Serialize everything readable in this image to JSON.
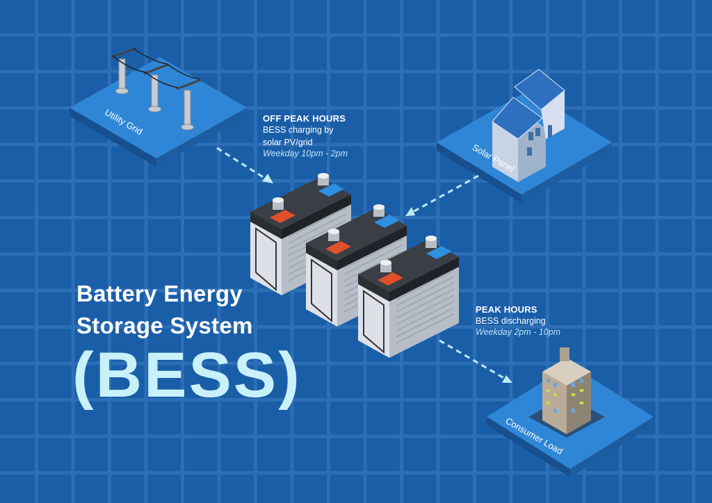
{
  "title": {
    "line1": "Battery Energy",
    "line2": "Storage System",
    "acronym": "(BESS)"
  },
  "nodes": {
    "utility_grid": "Utility Grid",
    "solar_panel": "Solar Panel",
    "consumer_load": "Consumer Load"
  },
  "off_peak": {
    "heading": "OFF PEAK HOURS",
    "line1": "BESS charging by",
    "line2": "solar PV/grid",
    "time": "Weekday 10pm - 2pm"
  },
  "peak": {
    "heading": "PEAK HOURS",
    "line1": "BESS discharging",
    "time": "Weekday 2pm - 10pm"
  },
  "colors": {
    "background": "#1a5ea8",
    "grid": "#2c6fb6",
    "platform": "#2f86d6",
    "arrow": "#bfe9f7",
    "title_accent": "#c9f1fb",
    "positive": "#e0502a",
    "negative": "#2f8fe0"
  }
}
